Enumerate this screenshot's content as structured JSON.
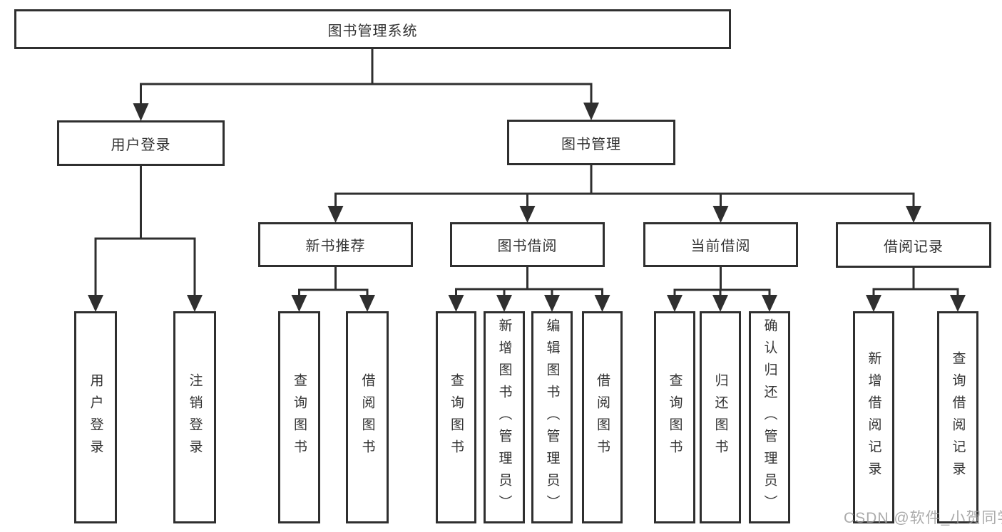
{
  "diagram": {
    "root_label": "图书管理系统",
    "login_branch": {
      "label": "用户登录",
      "children": [
        "用户登录",
        "注销登录"
      ]
    },
    "mgmt_branch": {
      "label": "图书管理",
      "groups": [
        {
          "label": "新书推荐",
          "children": [
            "查询图书",
            "借阅图书"
          ]
        },
        {
          "label": "图书借阅",
          "children": [
            "查询图书",
            "新增图书（管理员）",
            "编辑图书（管理员）",
            "借阅图书"
          ]
        },
        {
          "label": "当前借阅",
          "children": [
            "查询图书",
            "归还图书",
            "确认归还（管理员）"
          ]
        },
        {
          "label": "借阅记录",
          "children": [
            "新增借阅记录",
            "查询借阅记录"
          ]
        }
      ]
    }
  },
  "watermark": "CSDN @软件_小贺同学",
  "colors": {
    "line": "#2f2f2f",
    "watermark": "#999999"
  }
}
